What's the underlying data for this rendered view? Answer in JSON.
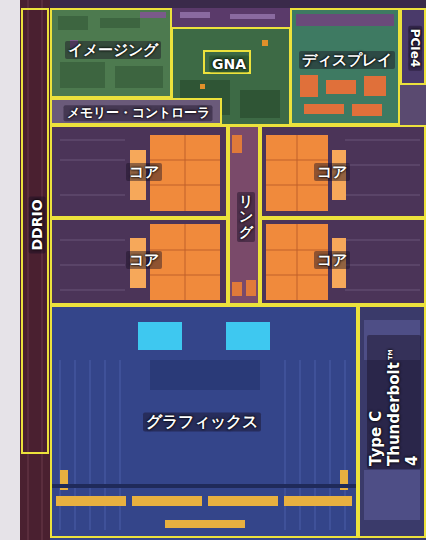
{
  "diagram": {
    "nodes": [
      {
        "text": [
          "DDRIO"
        ]
      },
      {
        "text": [
          "イメージング"
        ]
      },
      {
        "text": [
          "GNA"
        ]
      },
      {
        "text": [
          "ディスプレイ"
        ]
      },
      {
        "text": [
          "PCIe4"
        ]
      },
      {
        "text": [
          "メモリー・コントローラ"
        ]
      },
      {
        "text": [
          "コア"
        ]
      },
      {
        "text": [
          "リング"
        ]
      },
      {
        "text": [
          "コア"
        ]
      },
      {
        "text": [
          "コア"
        ]
      },
      {
        "text": [
          "コア"
        ]
      },
      {
        "text": [
          "グラフィックス"
        ]
      },
      {
        "text": [
          "Type C Thunderbolt™ 4"
        ]
      }
    ]
  }
}
